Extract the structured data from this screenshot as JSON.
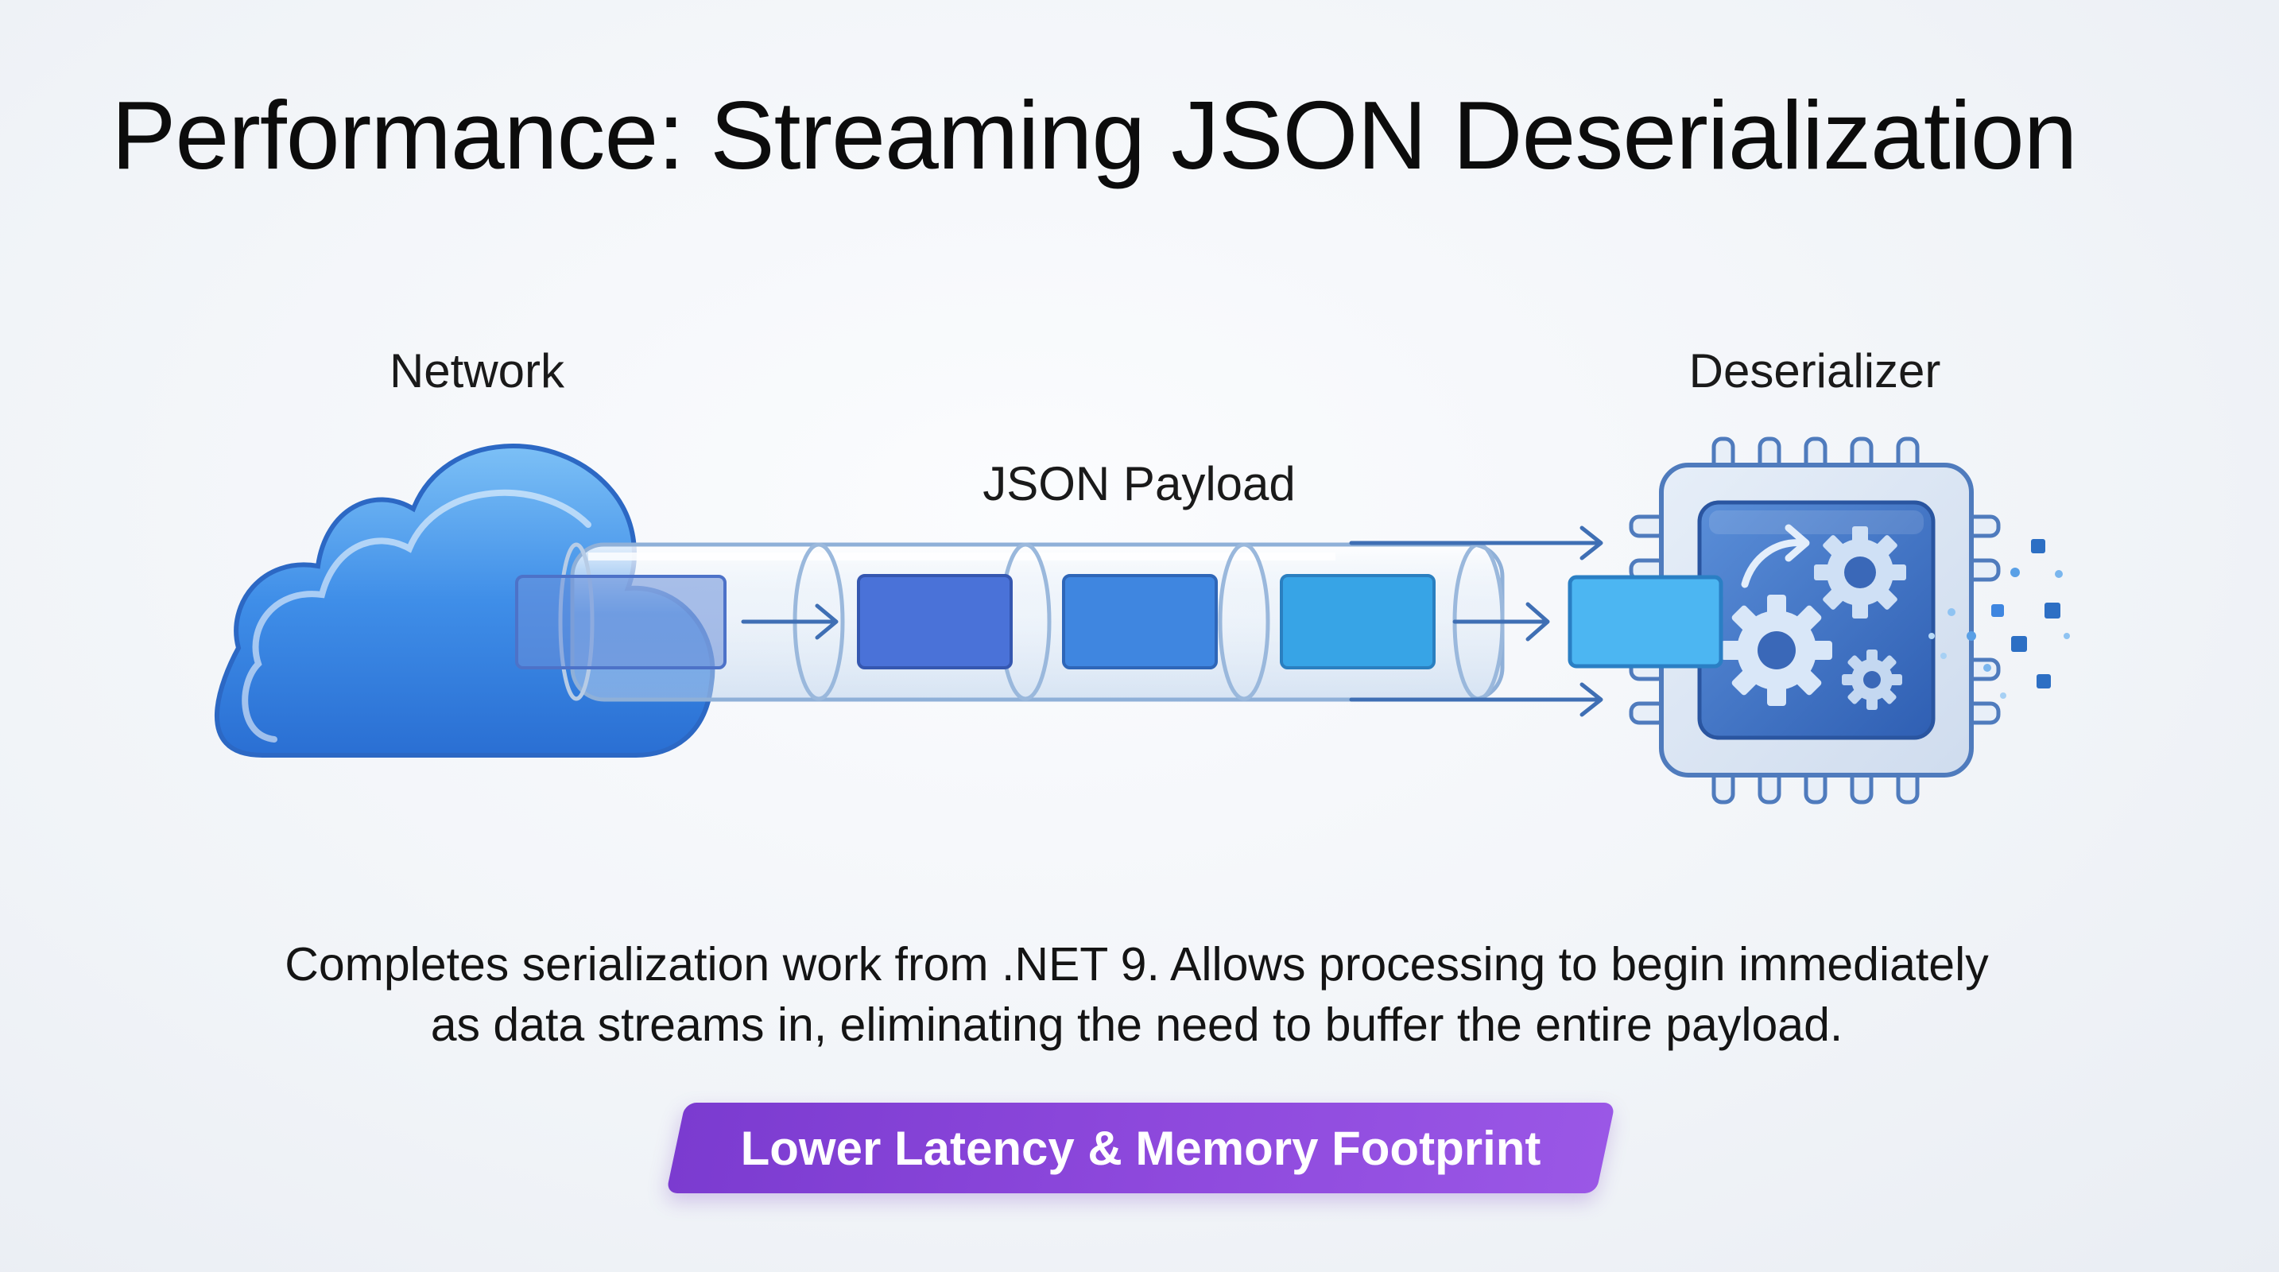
{
  "slide": {
    "title": "Performance: Streaming JSON Deserialization",
    "caption_line1": "Completes serialization work from .NET 9. Allows processing to begin immediately",
    "caption_line2": "as data streams in, eliminating the need to buffer the entire payload.",
    "badge_label": "Lower Latency & Memory Footprint"
  },
  "diagram": {
    "network_label": "Network",
    "payload_label": "JSON Payload",
    "deserializer_label": "Deserializer",
    "icons": [
      "cloud-icon",
      "pipe-icon",
      "chip-icon",
      "gear-icon",
      "refresh-arrow-icon"
    ],
    "colors": {
      "cloud": "#3f8ee8",
      "packet_dark": "#4a72d8",
      "packet_mid": "#3f86e0",
      "packet_light": "#37a4e6",
      "chip_core": "#3d74c8",
      "badge": "#8544d8"
    }
  }
}
